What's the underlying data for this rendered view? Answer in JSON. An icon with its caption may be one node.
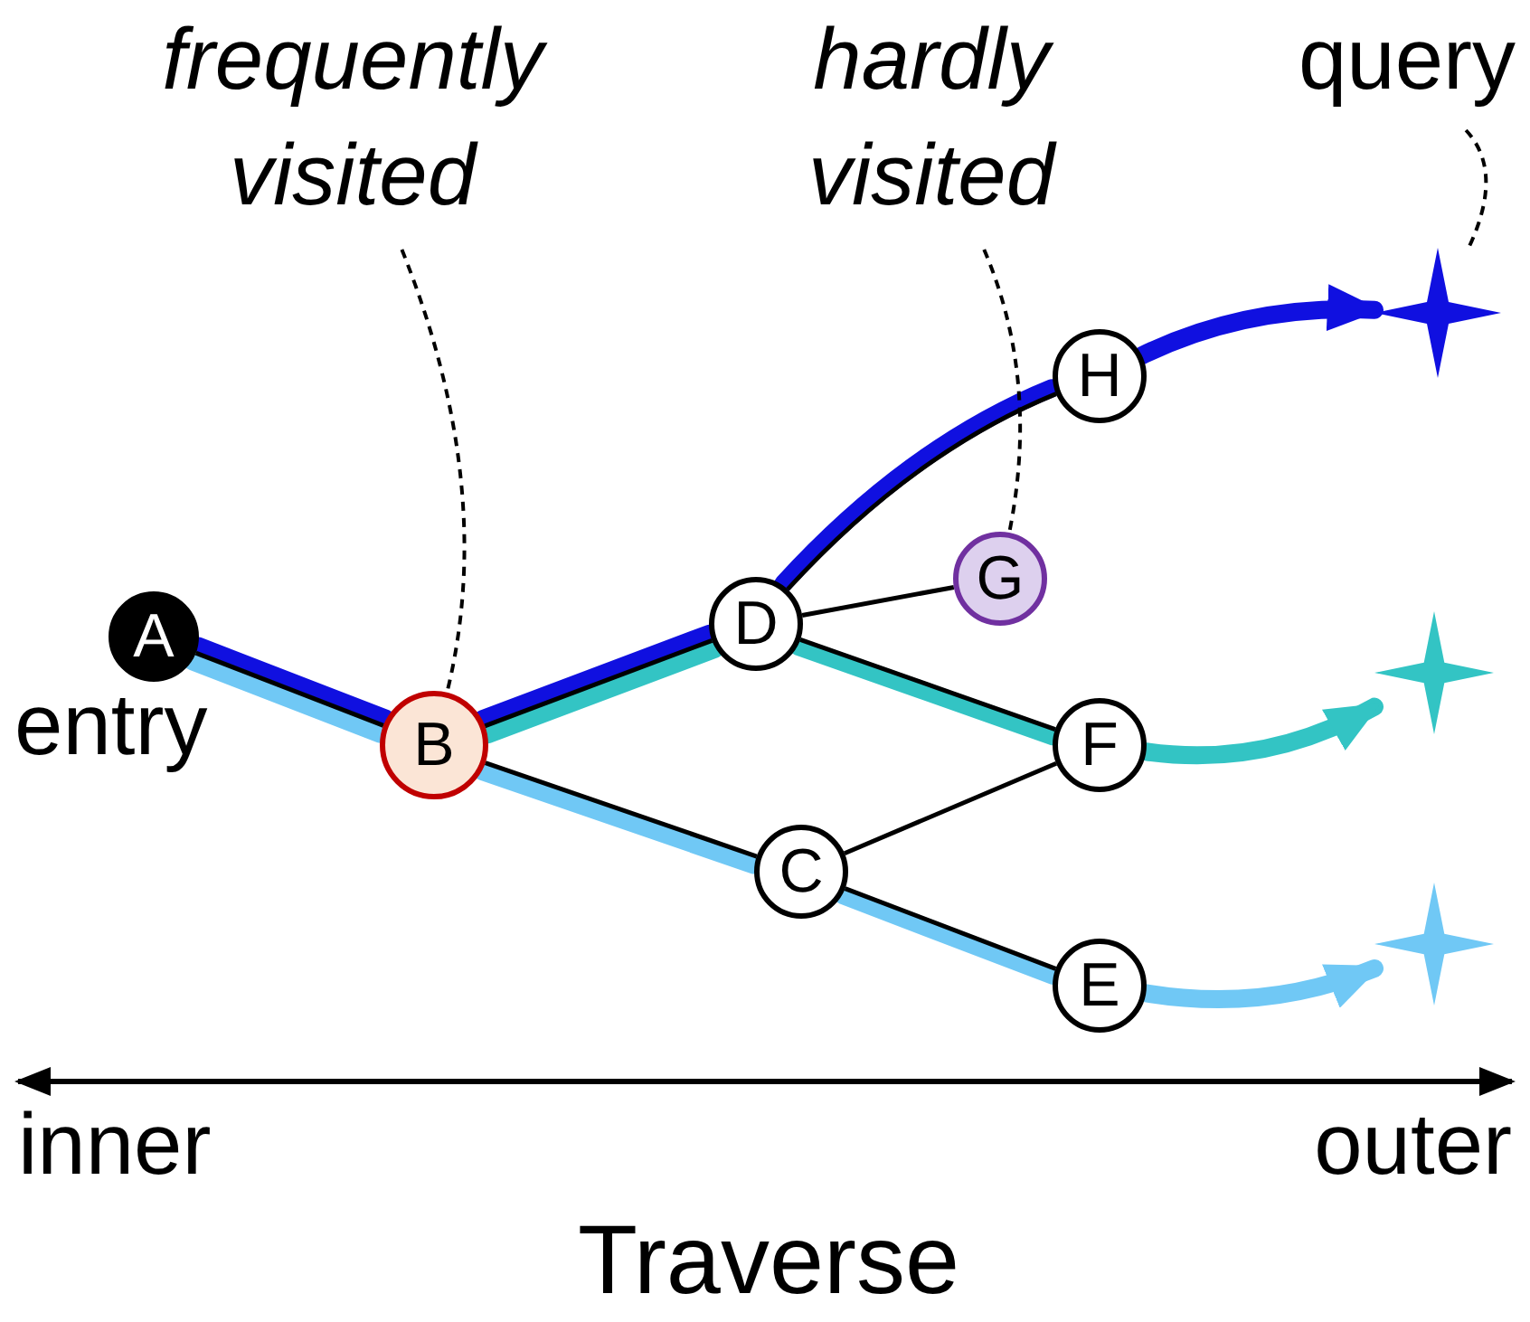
{
  "diagram": {
    "nodes": [
      {
        "text": [
          "A"
        ],
        "beside": [
          "entry"
        ]
      },
      {
        "text": [
          "B"
        ]
      },
      {
        "text": [
          "C"
        ]
      },
      {
        "text": [
          "D"
        ]
      },
      {
        "text": [
          "E"
        ]
      },
      {
        "text": [
          "F"
        ]
      },
      {
        "text": [
          "G"
        ]
      },
      {
        "text": [
          "H"
        ]
      },
      {
        "text": [],
        "shape": "star"
      },
      {
        "text": [],
        "shape": "star"
      },
      {
        "text": [],
        "shape": "star"
      },
      {
        "text": [
          "frequently visited"
        ]
      },
      {
        "text": [
          "hardly visited"
        ]
      },
      {
        "text": [
          "query"
        ]
      }
    ],
    "edges": [
      {
        "from": 0,
        "to": 1,
        "arrow": "none"
      },
      {
        "from": 1,
        "to": 3,
        "arrow": "none"
      },
      {
        "from": 3,
        "to": 7,
        "arrow": "none"
      },
      {
        "from": 3,
        "to": 6,
        "arrow": "none"
      },
      {
        "from": 3,
        "to": 5,
        "arrow": "none"
      },
      {
        "from": 1,
        "to": 2,
        "arrow": "none"
      },
      {
        "from": 2,
        "to": 5,
        "arrow": "none"
      },
      {
        "from": 2,
        "to": 4,
        "arrow": "none"
      },
      {
        "from": 0,
        "to": 1,
        "arrow": "none",
        "color": "#1010e0"
      },
      {
        "from": 1,
        "to": 3,
        "arrow": "none",
        "color": "#1010e0"
      },
      {
        "from": 3,
        "to": 7,
        "arrow": "none",
        "color": "#1010e0"
      },
      {
        "from": 7,
        "to": 8,
        "arrow": "to",
        "color": "#1010e0"
      },
      {
        "from": 0,
        "to": 1,
        "arrow": "none",
        "color": "#33c4c4"
      },
      {
        "from": 1,
        "to": 3,
        "arrow": "none",
        "color": "#33c4c4"
      },
      {
        "from": 3,
        "to": 5,
        "arrow": "none",
        "color": "#33c4c4"
      },
      {
        "from": 5,
        "to": 9,
        "arrow": "to",
        "color": "#33c4c4"
      },
      {
        "from": 0,
        "to": 1,
        "arrow": "none",
        "color": "#70c8f5"
      },
      {
        "from": 1,
        "to": 2,
        "arrow": "none",
        "color": "#70c8f5"
      },
      {
        "from": 2,
        "to": 4,
        "arrow": "none",
        "color": "#70c8f5"
      },
      {
        "from": 4,
        "to": 10,
        "arrow": "to",
        "color": "#70c8f5"
      },
      {
        "from": 11,
        "to": 1,
        "arrow": "none",
        "style": "dashed"
      },
      {
        "from": 12,
        "to": 6,
        "arrow": "none",
        "style": "dashed"
      },
      {
        "from": 13,
        "to": 8,
        "arrow": "none",
        "style": "dashed"
      }
    ],
    "labels": [
      "inner",
      "outer",
      "Traverse"
    ]
  }
}
